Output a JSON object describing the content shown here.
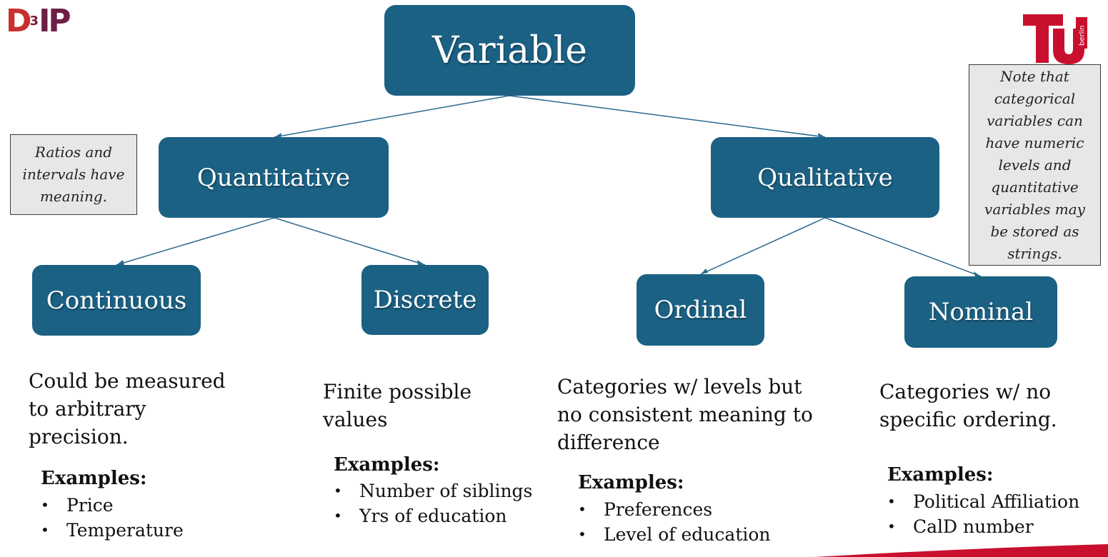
{
  "logos": {
    "dip": {
      "d": "D",
      "sup": "3",
      "ip": "IP"
    },
    "tu": {
      "side_text": "berlin"
    }
  },
  "tree": {
    "root": "Variable",
    "quantitative": "Quantitative",
    "qualitative": "Qualitative",
    "continuous": "Continuous",
    "discrete": "Discrete",
    "ordinal": "Ordinal",
    "nominal": "Nominal"
  },
  "notes": {
    "left": "Ratios and intervals have meaning.",
    "right": "Note that categorical variables can have numeric levels and quantitative variables may be stored as strings."
  },
  "descriptions": {
    "continuous": "Could be measured to arbitrary precision.",
    "discrete": "Finite possible values",
    "ordinal": "Categories w/ levels but no consistent meaning to difference",
    "nominal": "Categories w/ no specific ordering."
  },
  "examples_title": "Examples:",
  "examples": {
    "continuous": [
      "Price",
      "Temperature"
    ],
    "discrete": [
      "Number of siblings",
      "Yrs of education"
    ],
    "ordinal": [
      "Preferences",
      "Level of education"
    ],
    "nominal": [
      "Political Affiliation",
      "CalD number"
    ]
  },
  "colors": {
    "node": "#1b6184",
    "connector": "#2a6a8e",
    "note_bg": "#e7e7e7",
    "accent_red": "#c8102e"
  }
}
